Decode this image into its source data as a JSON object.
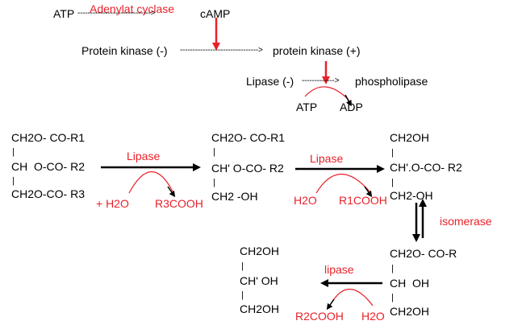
{
  "colors": {
    "text": "#000000",
    "accent": "#e8212a"
  },
  "cascade": {
    "atp": "ATP",
    "adenylate_cyclase": "Adenylat cyclase",
    "camp": "cAMP",
    "dashes1": "----------------------------->",
    "protein_kinase_inactive": "Protein kinase (-)",
    "dashes2": "------------------------------->",
    "protein_kinase_active": "protein kinase (+)",
    "lipase_inactive": "Lipase (-)",
    "dashes3": "------------->",
    "phospholipase": "phospholipase",
    "atp2": "ATP",
    "adp": "ADP"
  },
  "tag": {
    "line1": "CH2O- CO-R1",
    "bar1": "|",
    "line2": "CH  O-CO- R2",
    "bar2": "|",
    "line3": "CH2O-CO- R3"
  },
  "step1": {
    "enzyme": "Lipase",
    "reactant": "+ H2O",
    "product": "R3COOH"
  },
  "dag": {
    "line1": "CH2O- CO-R1",
    "bar1": "|",
    "line2": "CH' O-CO- R2",
    "bar2": "|",
    "line3": "CH2 -OH"
  },
  "step2": {
    "enzyme": "Lipase",
    "reactant": "H2O",
    "product": "R1COOH"
  },
  "mag2": {
    "line1": "CH2OH",
    "bar1": "|",
    "line2": "CH'.O-CO- R2",
    "bar2": "|",
    "line3": "CH2-OH"
  },
  "step3": {
    "enzyme": "isomerase"
  },
  "mag1": {
    "line1": "CH2O- CO-R",
    "bar1": "|",
    "line2": "CH  OH",
    "bar2": "|",
    "line3": "CH2OH"
  },
  "step4": {
    "enzyme": "lipase",
    "product": "R2COOH",
    "reactant": "H2O"
  },
  "glycerol": {
    "line1": "CH2OH",
    "bar1": "|",
    "line2": "CH' OH",
    "bar2": "|",
    "line3": "CH2OH"
  }
}
